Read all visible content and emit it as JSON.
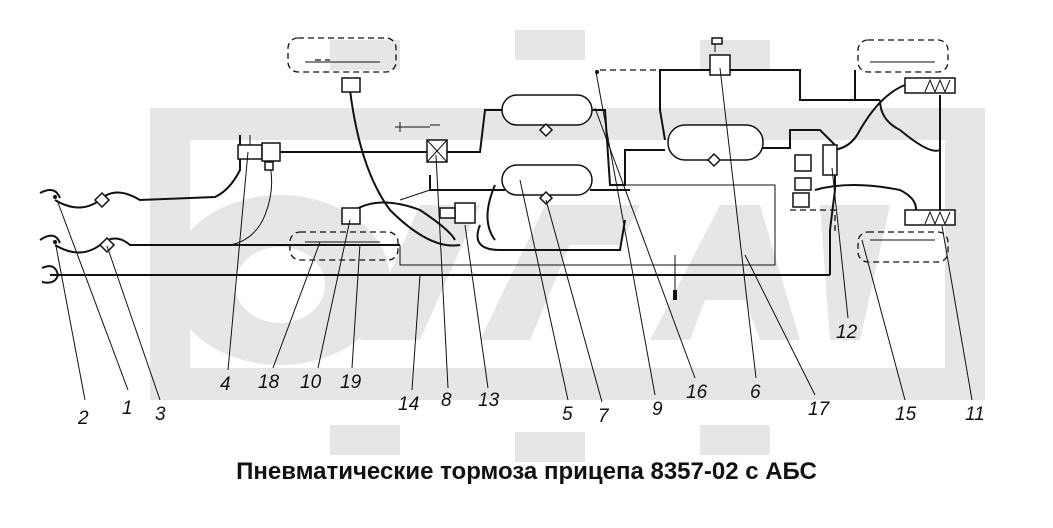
{
  "caption": "Пневматические тормоза прицепа 8357-02 с АБС",
  "callouts": [
    {
      "id": "c2",
      "text": "2"
    },
    {
      "id": "c1",
      "text": "1"
    },
    {
      "id": "c3",
      "text": "3"
    },
    {
      "id": "c4",
      "text": "4"
    },
    {
      "id": "c18",
      "text": "18"
    },
    {
      "id": "c10",
      "text": "10"
    },
    {
      "id": "c19",
      "text": "19"
    },
    {
      "id": "c14",
      "text": "14"
    },
    {
      "id": "c8",
      "text": "8"
    },
    {
      "id": "c13",
      "text": "13"
    },
    {
      "id": "c5",
      "text": "5"
    },
    {
      "id": "c7",
      "text": "7"
    },
    {
      "id": "c9",
      "text": "9"
    },
    {
      "id": "c16",
      "text": "16"
    },
    {
      "id": "c6",
      "text": "6"
    },
    {
      "id": "c17",
      "text": "17"
    },
    {
      "id": "c12",
      "text": "12"
    },
    {
      "id": "c15",
      "text": "15"
    },
    {
      "id": "c11",
      "text": "11"
    }
  ],
  "colors": {
    "line": "#111111",
    "watermark": "#e6e6e6"
  }
}
